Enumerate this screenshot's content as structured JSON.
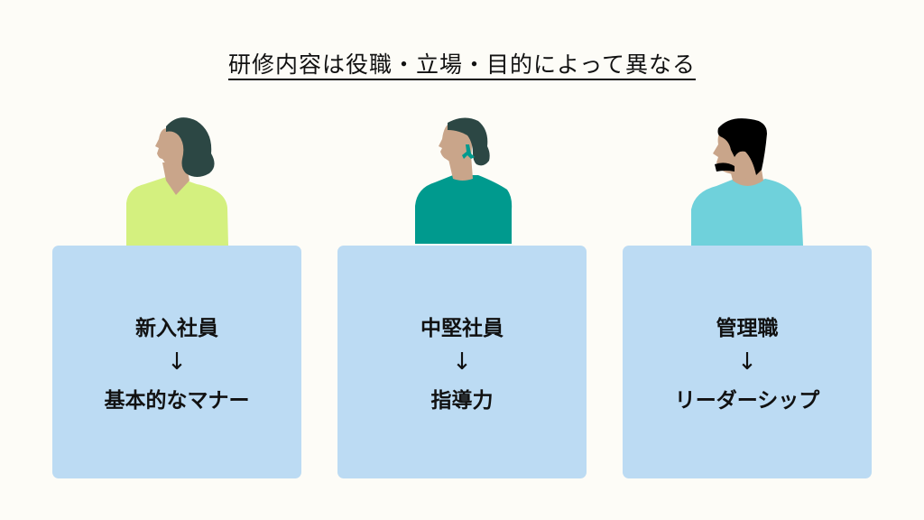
{
  "title": "研修内容は役職・立場・目的によって異なる",
  "colors": {
    "background": "#fdfcf7",
    "card": "#bcdbf3",
    "text": "#111111"
  },
  "columns": [
    {
      "role": "新入社員",
      "arrow": "↓",
      "focus": "基本的なマナー",
      "figure": {
        "icon": "woman-short-hair-figure",
        "shirt_color": "#d4f07f",
        "hair_color": "#2c4744",
        "skin_color": "#c9a58a"
      }
    },
    {
      "role": "中堅社員",
      "arrow": "↓",
      "focus": "指導力",
      "figure": {
        "icon": "woman-bun-hair-figure",
        "shirt_color": "#009a8e",
        "hair_color": "#2c4744",
        "skin_color": "#c9a58a"
      }
    },
    {
      "role": "管理職",
      "arrow": "↓",
      "focus": "リーダーシップ",
      "figure": {
        "icon": "man-mustache-figure",
        "shirt_color": "#6fd1db",
        "hair_color": "#000000",
        "skin_color": "#c9a58a"
      }
    }
  ]
}
